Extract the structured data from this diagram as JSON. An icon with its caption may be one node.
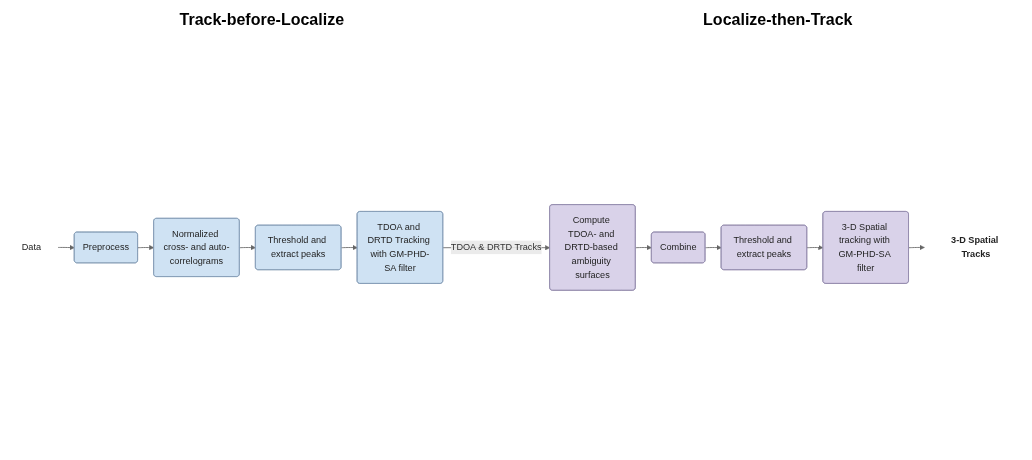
{
  "diagram": {
    "nodes": [
      {
        "text": [
          "Data"
        ]
      },
      {
        "text": [
          "Preprocess"
        ]
      },
      {
        "text": [
          "Normalized cross- and auto-correlograms"
        ]
      },
      {
        "text": [
          "Threshold and extract peaks"
        ]
      },
      {
        "text": [
          "TDOA and DRTD Tracking with GM-PHD-SA filter"
        ]
      },
      {
        "text": [
          "Compute TDOA- and DRTD-based ambiguity surfaces"
        ]
      },
      {
        "text": [
          "Combine"
        ]
      },
      {
        "text": [
          "Threshold and extract peaks"
        ]
      },
      {
        "text": [
          "3-D Spatial tracking with GM-PHD-SA filter"
        ]
      },
      {
        "text": [
          "3-D Spatial Tracks"
        ]
      }
    ],
    "edges": [
      {
        "from": 0,
        "to": 1,
        "arrow": "to"
      },
      {
        "from": 1,
        "to": 2,
        "arrow": "to"
      },
      {
        "from": 2,
        "to": 3,
        "arrow": "to"
      },
      {
        "from": 3,
        "to": 4,
        "arrow": "to"
      },
      {
        "from": 4,
        "to": 5,
        "arrow": "to",
        "label": "TDOA & DRTD Tracks"
      },
      {
        "from": 5,
        "to": 6,
        "arrow": "to"
      },
      {
        "from": 6,
        "to": 7,
        "arrow": "to"
      },
      {
        "from": 7,
        "to": 8,
        "arrow": "to"
      },
      {
        "from": 8,
        "to": 9,
        "arrow": "to"
      }
    ],
    "labels": [
      "Track-before-Localize",
      "Localize-then-Track"
    ]
  }
}
